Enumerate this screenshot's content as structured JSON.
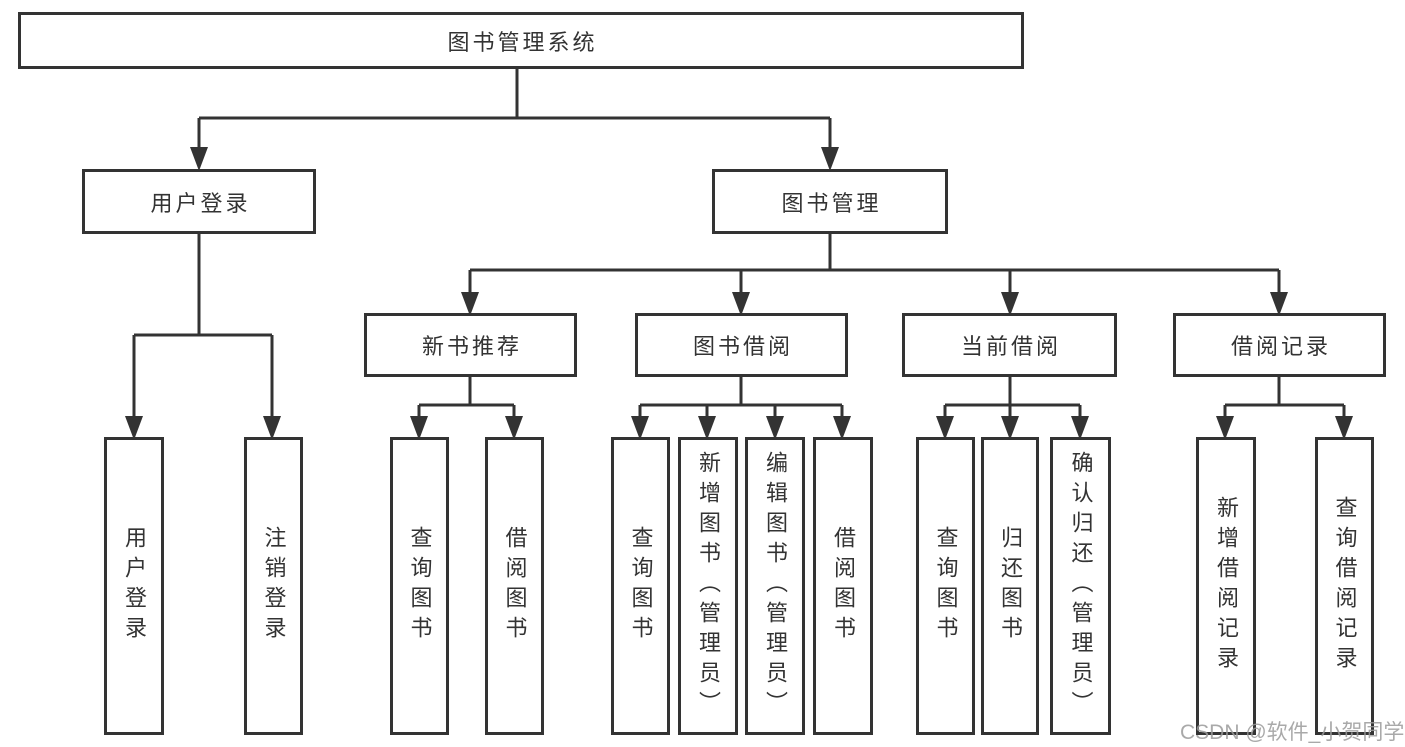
{
  "diagram": {
    "root_label": "图书管理系统",
    "branches": [
      {
        "label": "用户登录",
        "children": [
          {
            "label": "用户登录"
          },
          {
            "label": "注销登录"
          }
        ]
      },
      {
        "label": "图书管理",
        "sections": [
          {
            "label": "新书推荐",
            "children": [
              {
                "label": "查询图书"
              },
              {
                "label": "借阅图书"
              }
            ]
          },
          {
            "label": "图书借阅",
            "children": [
              {
                "label": "查询图书"
              },
              {
                "label": "新增图书（管理员）"
              },
              {
                "label": "编辑图书（管理员）"
              },
              {
                "label": "借阅图书"
              }
            ]
          },
          {
            "label": "当前借阅",
            "children": [
              {
                "label": "查询图书"
              },
              {
                "label": "归还图书"
              },
              {
                "label": "确认归还（管理员）"
              }
            ]
          },
          {
            "label": "借阅记录",
            "children": [
              {
                "label": "新增借阅记录"
              },
              {
                "label": "查询借阅记录"
              }
            ]
          }
        ]
      }
    ]
  },
  "watermark": "CSDN @软件_小贺同学",
  "colors": {
    "line": "#333333",
    "text": "#333333",
    "background": "#ffffff",
    "watermark": "#9b9b9b"
  }
}
